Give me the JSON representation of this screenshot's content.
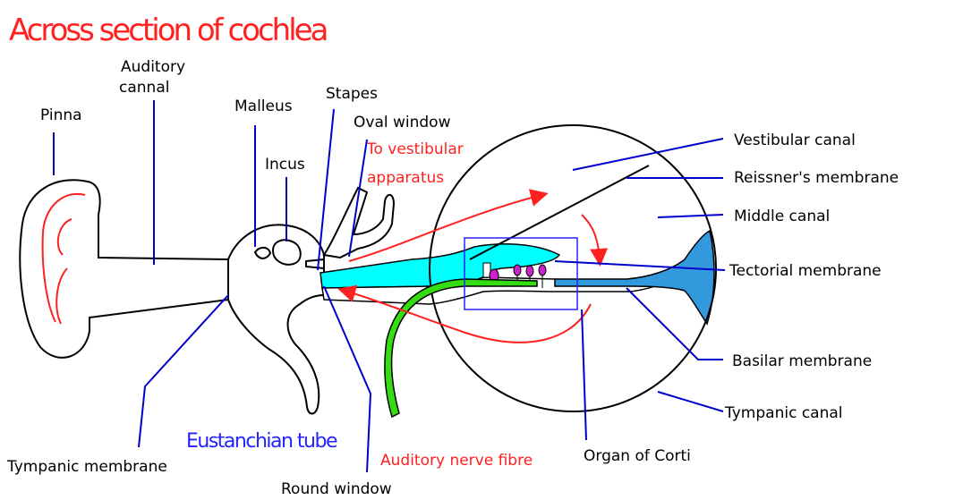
{
  "title": "Across section of cochlea",
  "labels": {
    "auditory_cannal_line1": "Auditory",
    "auditory_cannal_line2": "cannal",
    "pinna": "Pinna",
    "malleus": "Malleus",
    "stapes": "Stapes",
    "oval_window": "Oval window",
    "to_vestibular_line1": "To vestibular",
    "to_vestibular_line2": "apparatus",
    "incus": "Incus",
    "vestibular_canal": "Vestibular canal",
    "reissners_membrane": "Reissner's membrane",
    "middle_canal": "Middle canal",
    "tectorial_membrane": "Tectorial membrane",
    "basilar_membrane": "Basilar membrane",
    "tympanic_canal": "Tympanic canal",
    "eustachian_tube": "Eustanchian tube",
    "auditory_nerve_fibre": "Auditory nerve fibre",
    "organ_of_corti": "Organ of Corti",
    "tympanic_membrane": "Tympanic membrane",
    "round_window": "Round window"
  },
  "colors": {
    "title": "#ff2020",
    "label": "#000000",
    "red_label": "#ff2020",
    "blue_label": "#2323ff",
    "leader_line": "#0000cc",
    "cochlear_fluid": "#00ffff",
    "basilar_fill": "#3399dd",
    "nerve": "#33dd11",
    "hair_cells": "#cc22cc",
    "pinna_detail": "#ff2020"
  }
}
